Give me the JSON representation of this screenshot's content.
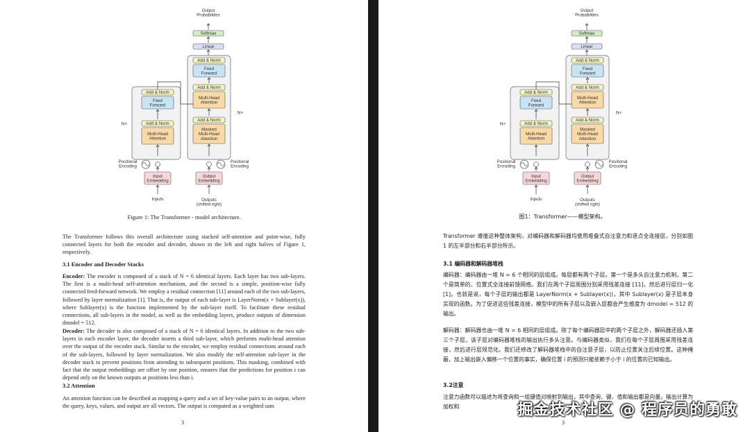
{
  "figure": {
    "output_probabilities": "Output\nProbabilities",
    "softmax": "Softmax",
    "linear": "Linear",
    "add_norm": "Add & Norm",
    "feed_forward": "Feed\nForward",
    "multi_head_attention": "Multi-Head\nAttention",
    "masked_multi_head_attention": "Masked\nMulti-Head\nAttention",
    "nx": "N×",
    "positional_encoding": "Positional\nEncoding",
    "input_embedding": "Input\nEmbedding",
    "output_embedding": "Output\nEmbedding",
    "inputs": "Inputs",
    "outputs": "Outputs\n(shifted right)"
  },
  "left": {
    "caption": "Figure 1: The Transformer - model architecture.",
    "intro": "The Transformer follows this overall architecture using stacked self-attention and point-wise, fully connected layers for both the encoder and decoder, shown in the left and right halves of Figure 1, respectively.",
    "sec31": "3.1   Encoder and Decoder Stacks",
    "encoder_label": "Encoder:",
    "encoder_text": "The encoder is composed of a stack of N = 6 identical layers. Each layer has two sub-layers. The first is a multi-head self-attention mechanism, and the second is a simple, position-wise fully connected feed-forward network. We employ a residual connection [11] around each of the two sub-layers, followed by layer normalization [1]. That is, the output of each sub-layer is LayerNorm(x + Sublayer(x)), where Sublayer(x) is the function implemented by the sub-layer itself. To facilitate these residual connections, all sub-layers in the model, as well as the embedding layers, produce outputs of dimension dmodel = 512.",
    "decoder_label": "Decoder:",
    "decoder_text": "The decoder is also composed of a stack of N = 6 identical layers. In addition to the two sub-layers in each encoder layer, the decoder inserts a third sub-layer, which performs multi-head attention over the output of the encoder stack. Similar to the encoder, we employ residual connections around each of the sub-layers, followed by layer normalization. We also modify the self-attention sub-layer in the decoder stack to prevent positions from attending to subsequent positions. This masking, combined with fact that the output embeddings are offset by one position, ensures that the predictions for position i can depend only on the known outputs at positions less than i.",
    "sec32": "3.2   Attention",
    "attention_text": "An attention function can be described as mapping a query and a set of key-value pairs to an output, where the query, keys, values, and output are all vectors. The output is computed as a weighted sum",
    "page_number": "3"
  },
  "right": {
    "caption": "图1：Transformer——模型架构。",
    "intro": "Transformer 遵循这种整体架构，对编码器和解码器均使用堆叠式自注意力和逐点全连接层，分别如图 1 的左半部分和右半部分所示。",
    "sec31": "3.1 编码器和解码器堆栈",
    "encoder_text": "编码器：编码器由一堆 N = 6 个相同的层组成。每层都有两个子层。第一个是多头自注意力机制，第二个是简单的、位置式全连接前馈网络。我们在两个子层周围分别采用残差连接 [11]，然后进行层归一化 [1]。也就是说，每个子层的输出都是 LayerNorm(x + Sublayer(x))，其中 Sublayer(x) 是子层本身实现的函数。为了促进这些残差连接，模型中的所有子层以及嵌入层都会产生维度为 dmodel = 512 的输出。",
    "decoder_text": "解码器：解码器也由一堆 N = 6 相同的层组成。除了每个编码器层中的两个子层之外，解码器还插入第三个子层，该子层对编码器堆栈的输出执行多头注意。与编码器类似，我们在每个子层周围采用残差连接，然后进行层规范化。我们还修改了解码器堆栈中的自注意子层，以防止位置关注后续位置。这种掩蔽，加上输出嵌入偏移一个位置的事实，确保位置 i 的预测只能依赖于小于 i 的位置的已知输出。",
    "sec32": "3.2注意",
    "attention_text": "注意力函数可以描述为将查询和一组键值对映射到输出，其中查询、键、值和输出都是向量。输出计算为加权和",
    "page_number": "3"
  },
  "watermark": "掘金技术社区 @ 程序员的勇敢"
}
